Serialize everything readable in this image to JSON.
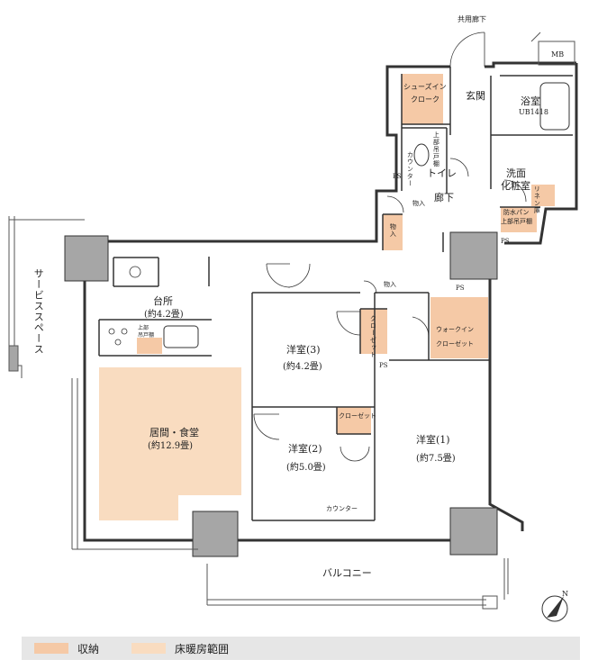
{
  "labels": {
    "corridor_common": "共用廊下",
    "mb": "MB",
    "shoes_in": "シューズイン",
    "closet": "クローク",
    "entrance": "玄関",
    "bathroom": "浴室",
    "unit_bath": "UB1418",
    "toilet": "トイレ",
    "counter_upper": "カウンター",
    "upper_shelf": "上部吊戸棚",
    "washroom": "洗面",
    "dressing_room": "化粧室",
    "linen": "リネン庫",
    "waterproof_pan": "防水パン",
    "upper_hanging": "上部吊戸棚",
    "ps": "PS",
    "hallway": "廊下",
    "storage": "物入",
    "kitchen": "台所",
    "kitchen_size": "(約4.2畳)",
    "service_space": "サービススペース",
    "upper_cabinet": "上部",
    "hanging_cabinet": "吊戸棚",
    "bedroom3": "洋室(3)",
    "bedroom3_size": "(約4.2畳)",
    "closet_short": "クローゼット",
    "walkin": "ウォークイン",
    "walkin_closet": "クローゼット",
    "living_dining": "居間・食堂",
    "living_size": "(約12.9畳)",
    "bedroom2": "洋室(2)",
    "bedroom2_size": "(約5.0畳)",
    "bedroom1": "洋室(1)",
    "bedroom1_size": "(約7.5畳)",
    "counter": "カウンター",
    "balcony": "バルコニー",
    "north": "N"
  },
  "legend": {
    "storage_label": "収納",
    "floor_heating_label": "床暖房範囲"
  },
  "colors": {
    "storage": "#f5c9a6",
    "floor_heating": "#f9dcc0",
    "wall": "#333333",
    "column": "#a6a6a6",
    "legend_bg": "#e6e6e6"
  }
}
